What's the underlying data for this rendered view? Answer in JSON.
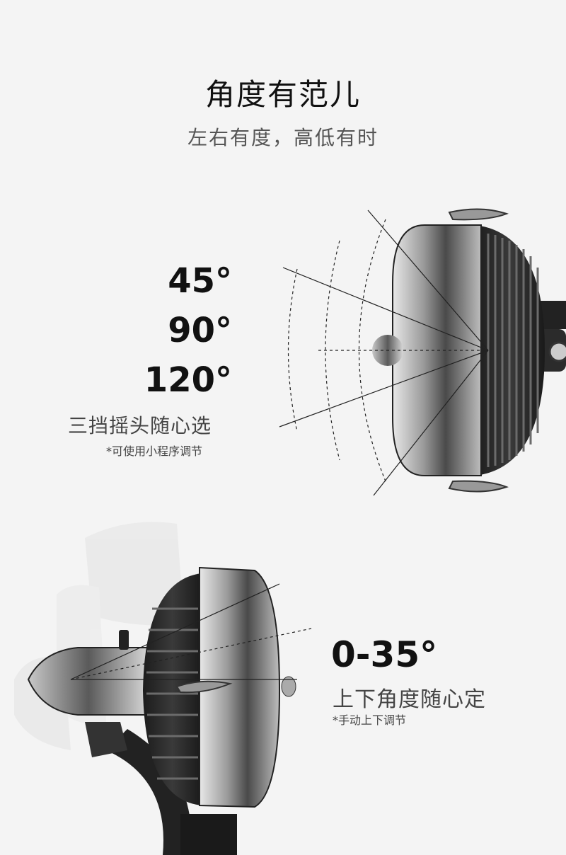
{
  "header": {
    "title": "角度有范儿",
    "subtitle": "左右有度，高低有时"
  },
  "swing": {
    "angles": [
      "45°",
      "90°",
      "120°"
    ],
    "feature": "三挡摇头随心选",
    "note": "*可使用小程序调节"
  },
  "tilt": {
    "angle": "0-35°",
    "feature": "上下角度随心定",
    "note": "*手动上下调节"
  },
  "colors": {
    "background": "#f4f4f4",
    "fan_chrome": "#9a9a9a",
    "fan_grille": "#2a2a2a"
  },
  "icons": [
    "fan-top-view-illustration",
    "fan-side-view-illustration"
  ]
}
